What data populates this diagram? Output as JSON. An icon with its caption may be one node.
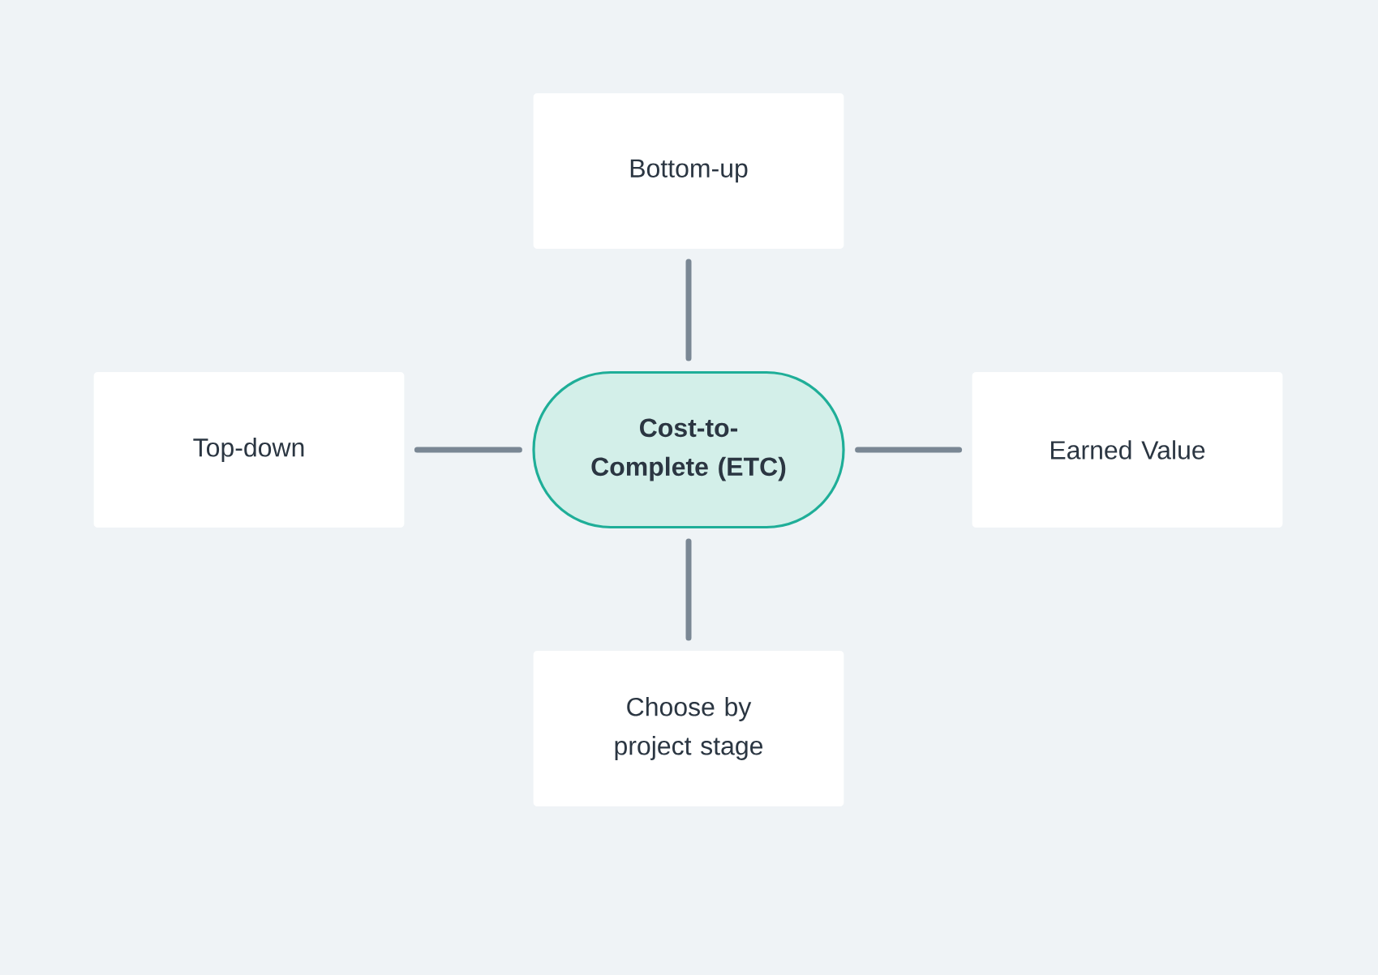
{
  "diagram": {
    "nodes": [
      {
        "text": [
          "Bottom-up"
        ]
      },
      {
        "text": [
          "Top-down"
        ]
      },
      {
        "text": [
          "Cost-to-Complete (ETC)"
        ]
      },
      {
        "text": [
          "Earned Value"
        ]
      },
      {
        "text": [
          "Choose by project stage"
        ]
      }
    ],
    "edges": [
      {
        "from": 2,
        "to": 0,
        "arrow": "none"
      },
      {
        "from": 2,
        "to": 1,
        "arrow": "none"
      },
      {
        "from": 2,
        "to": 3,
        "arrow": "none"
      },
      {
        "from": 2,
        "to": 4,
        "arrow": "none"
      }
    ]
  }
}
